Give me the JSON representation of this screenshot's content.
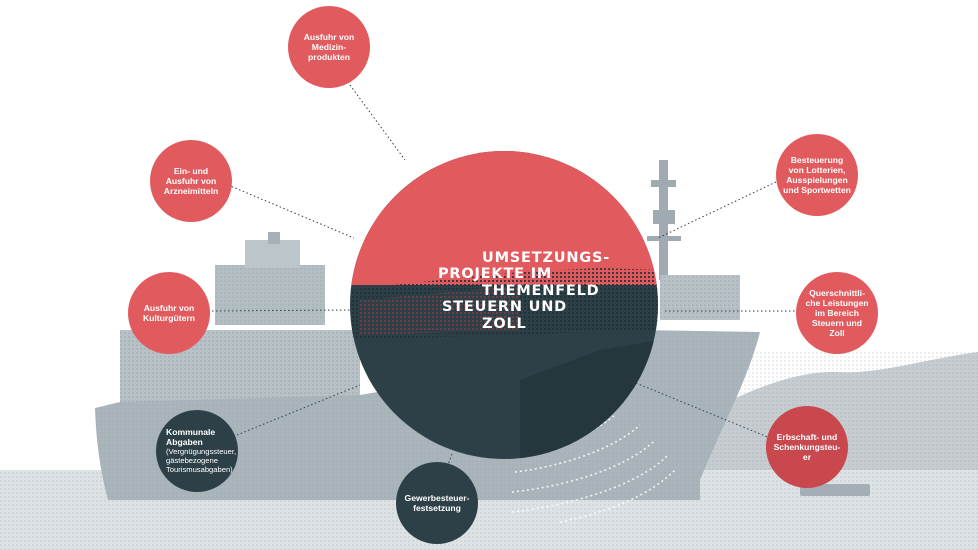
{
  "center": {
    "lines": [
      "UMSETZUNGS-",
      "PROJEKTE IM",
      "THEMENFELD",
      "STEUERN UND",
      "ZOLL"
    ]
  },
  "nodes": [
    {
      "id": "medizinprodukte",
      "lines": [
        "Ausfuhr von",
        "Medizin-",
        "produkten"
      ]
    },
    {
      "id": "arzneimittel",
      "lines": [
        "Ein- und",
        "Ausfuhr von",
        "Arzneimitteln"
      ]
    },
    {
      "id": "lotterien",
      "lines": [
        "Besteuerung",
        "von Lotterien,",
        "Ausspielungen",
        "und Sportwetten"
      ]
    },
    {
      "id": "kulturgueter",
      "lines": [
        "Ausfuhr von",
        "Kulturgütern"
      ]
    },
    {
      "id": "querschnitt",
      "lines": [
        "Querschnittli-",
        "che Leistungen",
        "im Bereich",
        "Steuern und",
        "Zoll"
      ]
    },
    {
      "id": "kommunale",
      "lines": [
        "Kommunale",
        "Abgaben"
      ],
      "sub": [
        "(Vergnügungssteuer,",
        "gästebezogene",
        "Tourismusabgaben)"
      ]
    },
    {
      "id": "erbschaft",
      "lines": [
        "Erbschaft- und",
        "Schenkungsteu-",
        "er"
      ]
    },
    {
      "id": "gewerbe",
      "lines": [
        "Gewerbesteuer-",
        "festsetzung"
      ]
    }
  ],
  "colors": {
    "red": "#e15a5e",
    "dark": "#2d4048",
    "ship_gray": "#a9b5bb",
    "hills": "#c4cbcf"
  }
}
